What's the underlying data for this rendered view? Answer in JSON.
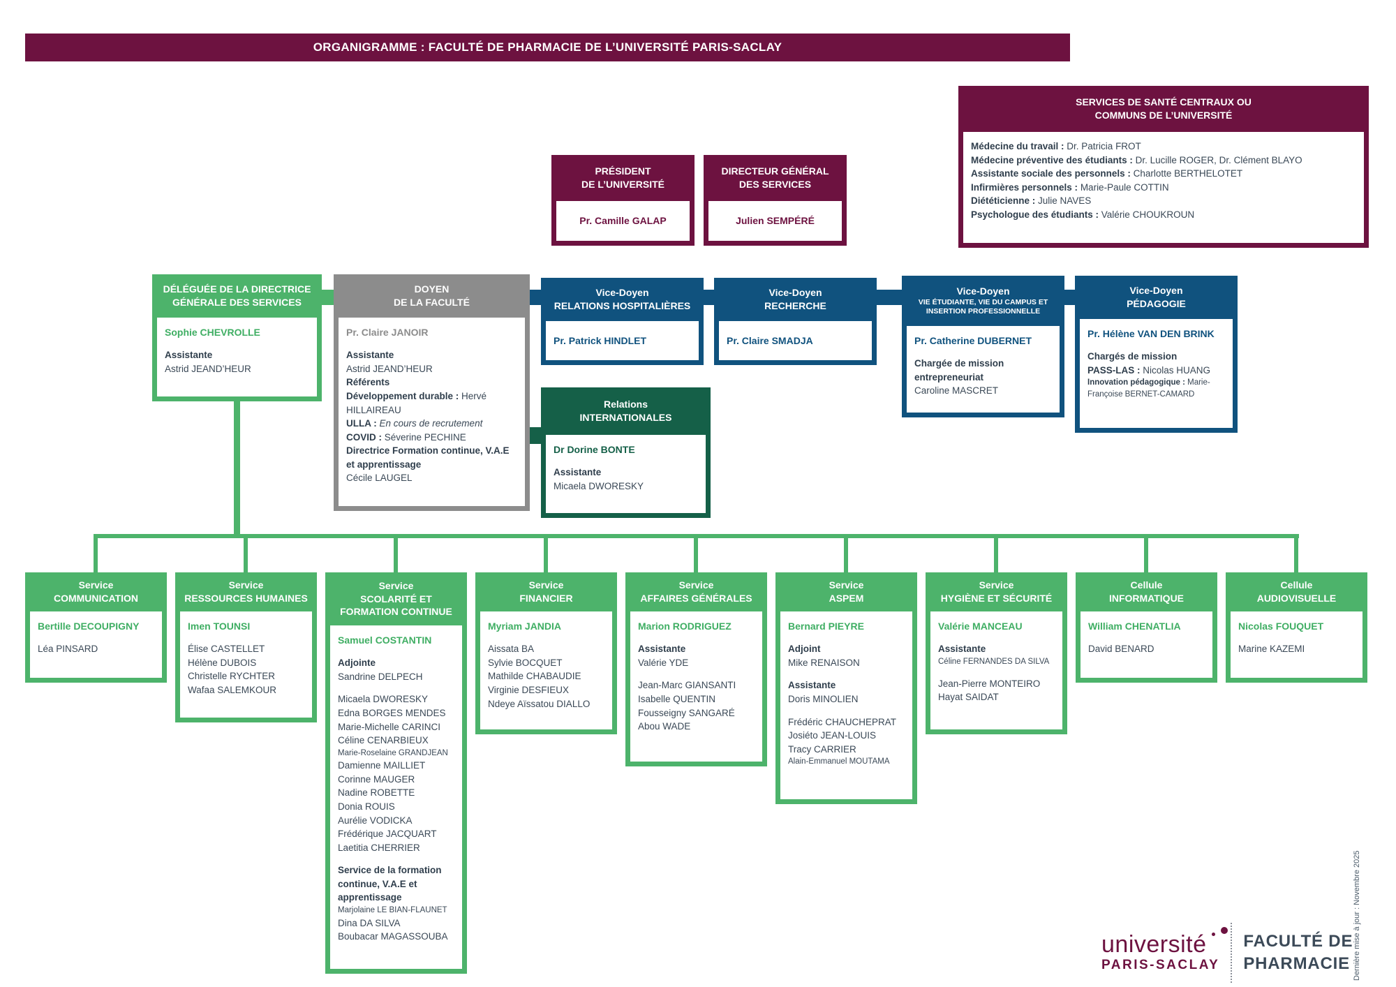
{
  "title_bar": "ORGANIGRAMME : FACULTÉ DE PHARMACIE DE L’UNIVERSITÉ PARIS-SACLAY",
  "colors": {
    "maroon": "#6d1240",
    "green": "#4db36b",
    "dark_green": "#156048",
    "blue": "#10527e",
    "gray": "#8c8c8c",
    "text": "#3a4856"
  },
  "org": {
    "sante": {
      "title": [
        "SERVICES DE SANTÉ CENTRAUX OU",
        "COMMUNS DE L’UNIVERSITÉ"
      ],
      "body": [
        {
          "b": "Médecine du travail :",
          "t": " Dr. Patricia FROT"
        },
        {
          "b": "Médecine préventive des étudiants :",
          "t": " Dr. Lucille ROGER, Dr. Clément BLAYO"
        },
        {
          "b": "Assistante sociale des personnels :",
          "t": " Charlotte BERTHELOTET"
        },
        {
          "b": "Infirmières personnels :",
          "t": " Marie-Paule COTTIN"
        },
        {
          "b": "Diététicienne :",
          "t": " Julie NAVES"
        },
        {
          "b": "Psychologue des étudiants :",
          "t": " Valérie CHOUKROUN"
        }
      ]
    },
    "president": {
      "title": [
        "PRÉSIDENT",
        "DE L’UNIVERSITÉ"
      ],
      "body": [
        {
          "t": "Pr. Camille GALAP",
          "s": "lead"
        }
      ]
    },
    "dgs": {
      "title": [
        "DIRECTEUR GÉNÉRAL",
        "DES SERVICES"
      ],
      "body": [
        {
          "t": "Julien SEMPÉRÉ",
          "s": "lead"
        }
      ]
    },
    "deleguee": {
      "title": [
        "DÉLÉGUÉE DE LA DIRECTRICE",
        "GÉNÉRALE DES SERVICES"
      ],
      "body": [
        {
          "t": "Sophie CHEVROLLE",
          "s": "lead"
        },
        {
          "s": "gap"
        },
        {
          "b": "Assistante"
        },
        {
          "t": "Astrid JEAND’HEUR"
        }
      ]
    },
    "doyen": {
      "title": [
        "DOYEN",
        "DE LA FACULTÉ"
      ],
      "body": [
        {
          "t": "Pr. Claire JANOIR",
          "s": "lead"
        },
        {
          "s": "gap"
        },
        {
          "b": "Assistante"
        },
        {
          "t": "Astrid JEAND’HEUR"
        },
        {
          "b": "Référents"
        },
        {
          "b": "Développement durable :",
          "t": " Hervé HILLAIREAU"
        },
        {
          "b": "ULLA :",
          "t": " En cours de recrutement",
          "s": "i"
        },
        {
          "b": "COVID :",
          "t": " Séverine PECHINE"
        },
        {
          "b": "Directrice Formation continue, V.A.E et apprentissage"
        },
        {
          "t": "Cécile LAUGEL"
        }
      ]
    },
    "vice_doyens": [
      {
        "title": [
          "Vice-Doyen",
          "RELATIONS HOSPITALIÈRES"
        ],
        "body": [
          {
            "t": "Pr. Patrick HINDLET",
            "s": "lead"
          }
        ]
      },
      {
        "title": [
          "Vice-Doyen",
          "RECHERCHE"
        ],
        "body": [
          {
            "t": "Pr. Claire SMADJA",
            "s": "lead"
          }
        ]
      },
      {
        "title": [
          "Vice-Doyen",
          {
            "t": "VIE ÉTUDIANTE, VIE DU CAMPUS ET",
            "s": "hsm"
          },
          {
            "t": "INSERTION PROFESSIONNELLE",
            "s": "hsm"
          }
        ],
        "body": [
          {
            "t": "Pr. Catherine DUBERNET",
            "s": "lead"
          },
          {
            "s": "gap"
          },
          {
            "b": "Chargée de mission entrepreneuriat"
          },
          {
            "t": "Caroline MASCRET"
          }
        ]
      },
      {
        "title": [
          "Vice-Doyen",
          "PÉDAGOGIE"
        ],
        "body": [
          {
            "t": "Pr. Hélène VAN DEN BRINK",
            "s": "lead"
          },
          {
            "s": "gap"
          },
          {
            "b": "Chargés de mission"
          },
          {
            "b": "PASS-LAS :",
            "t": " Nicolas HUANG"
          },
          {
            "b": "Innovation pédagogique :",
            "t": " Marie-Françoise BERNET-CAMARD",
            "s": "sm"
          }
        ]
      }
    ],
    "relations_internationales": {
      "title": [
        "Relations",
        "INTERNATIONALES"
      ],
      "body": [
        {
          "t": "Dr Dorine BONTE",
          "s": "lead"
        },
        {
          "s": "gap"
        },
        {
          "b": "Assistante"
        },
        {
          "t": "Micaela DWORESKY"
        }
      ]
    },
    "services": [
      {
        "title": [
          "Service",
          "COMMUNICATION"
        ],
        "body": [
          {
            "t": "Bertille DECOUPIGNY",
            "s": "lead"
          },
          {
            "s": "gap"
          },
          {
            "t": "Léa PINSARD"
          }
        ]
      },
      {
        "title": [
          "Service",
          "RESSOURCES HUMAINES"
        ],
        "body": [
          {
            "t": "Imen TOUNSI",
            "s": "lead"
          },
          {
            "s": "gap"
          },
          {
            "t": "Élise CASTELLET"
          },
          {
            "t": "Hélène DUBOIS"
          },
          {
            "t": "Christelle RYCHTER"
          },
          {
            "t": "Wafaa SALEMKOUR"
          }
        ]
      },
      {
        "title": [
          "Service",
          "SCOLARITÉ ET",
          "FORMATION CONTINUE"
        ],
        "body": [
          {
            "t": "Samuel COSTANTIN",
            "s": "lead"
          },
          {
            "s": "gap"
          },
          {
            "b": "Adjointe"
          },
          {
            "t": "Sandrine DELPECH"
          },
          {
            "s": "gap"
          },
          {
            "t": "Micaela DWORESKY"
          },
          {
            "t": "Edna BORGES MENDES"
          },
          {
            "t": "Marie-Michelle CARINCI"
          },
          {
            "t": "Céline CENARBIEUX"
          },
          {
            "t": "Marie-Roselaine GRANDJEAN",
            "s": "sm"
          },
          {
            "t": "Damienne MAILLIET"
          },
          {
            "t": "Corinne MAUGER"
          },
          {
            "t": "Nadine ROBETTE"
          },
          {
            "t": "Donia ROUIS"
          },
          {
            "t": "Aurélie VODICKA"
          },
          {
            "t": "Frédérique JACQUART"
          },
          {
            "t": "Laetitia CHERRIER"
          },
          {
            "s": "gap"
          },
          {
            "b": "Service de la formation continue, V.A.E et apprentissage"
          },
          {
            "t": "Marjolaine LE BIAN-FLAUNET",
            "s": "sm"
          },
          {
            "t": "Dina DA SILVA"
          },
          {
            "t": "Boubacar MAGASSOUBA"
          }
        ]
      },
      {
        "title": [
          "Service",
          "FINANCIER"
        ],
        "body": [
          {
            "t": "Myriam JANDIA",
            "s": "lead"
          },
          {
            "s": "gap"
          },
          {
            "t": "Aissata BA"
          },
          {
            "t": "Sylvie BOCQUET"
          },
          {
            "t": "Mathilde CHABAUDIE"
          },
          {
            "t": "Virginie DESFIEUX"
          },
          {
            "t": "Ndeye Aïssatou DIALLO"
          }
        ]
      },
      {
        "title": [
          "Service",
          "AFFAIRES GÉNÉRALES"
        ],
        "body": [
          {
            "t": "Marion RODRIGUEZ",
            "s": "lead"
          },
          {
            "s": "gap"
          },
          {
            "b": "Assistante"
          },
          {
            "t": "Valérie YDE"
          },
          {
            "s": "gap"
          },
          {
            "t": "Jean-Marc GIANSANTI"
          },
          {
            "t": "Isabelle QUENTIN"
          },
          {
            "t": "Fousseigny SANGARÉ"
          },
          {
            "t": "Abou WADE"
          }
        ]
      },
      {
        "title": [
          "Service",
          "ASPEM"
        ],
        "body": [
          {
            "t": "Bernard PIEYRE",
            "s": "lead"
          },
          {
            "s": "gap"
          },
          {
            "b": "Adjoint"
          },
          {
            "t": "Mike RENAISON"
          },
          {
            "s": "gap"
          },
          {
            "b": "Assistante"
          },
          {
            "t": "Doris MINOLIEN"
          },
          {
            "s": "gap"
          },
          {
            "t": "Frédéric CHAUCHEPRAT"
          },
          {
            "t": "Josiéto JEAN-LOUIS"
          },
          {
            "t": "Tracy CARRIER"
          },
          {
            "t": "Alain-Emmanuel MOUTAMA",
            "s": "sm"
          }
        ]
      },
      {
        "title": [
          "Service",
          "HYGIÈNE ET SÉCURITÉ"
        ],
        "body": [
          {
            "t": "Valérie MANCEAU",
            "s": "lead"
          },
          {
            "s": "gap"
          },
          {
            "b": "Assistante"
          },
          {
            "t": "Céline FERNANDES DA SILVA",
            "s": "sm"
          },
          {
            "s": "gap"
          },
          {
            "t": "Jean-Pierre MONTEIRO"
          },
          {
            "t": "Hayat SAIDAT"
          }
        ]
      },
      {
        "title": [
          "Cellule",
          "INFORMATIQUE"
        ],
        "body": [
          {
            "t": "William CHENATLIA",
            "s": "lead"
          },
          {
            "s": "gap"
          },
          {
            "t": "David BENARD"
          }
        ]
      },
      {
        "title": [
          "Cellule",
          "AUDIOVISUELLE"
        ],
        "body": [
          {
            "t": "Nicolas FOUQUET",
            "s": "lead"
          },
          {
            "s": "gap"
          },
          {
            "t": "Marine KAZEMI"
          }
        ]
      }
    ]
  },
  "footer": {
    "logo_university": "université",
    "logo_university_sub": "PARIS-SACLAY",
    "logo_faculty_line1": "FACULTÉ DE",
    "logo_faculty_line2": "PHARMACIE",
    "last_updated": "Dernière mise à jour : Novembre 2025"
  }
}
